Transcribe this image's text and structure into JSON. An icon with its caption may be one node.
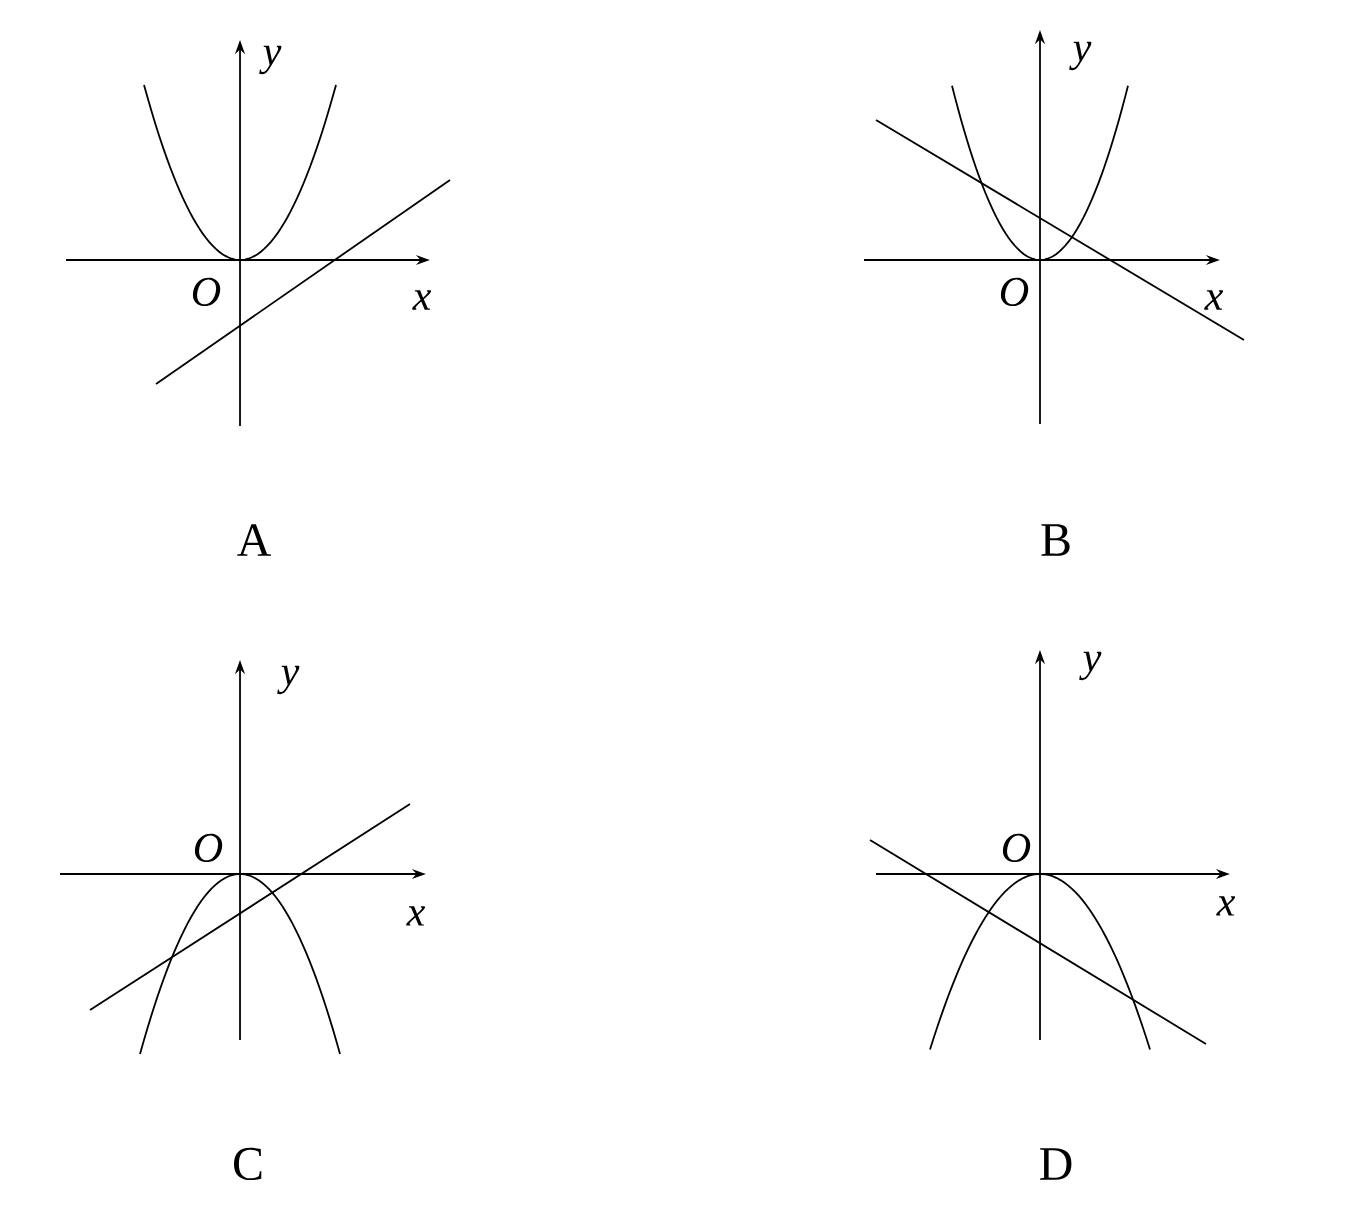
{
  "diagram": {
    "labels": [
      "y",
      "O",
      "x",
      "A",
      "y",
      "O",
      "x",
      "B",
      "y",
      "O",
      "x",
      "C",
      "y",
      "O",
      "x",
      "D"
    ]
  }
}
